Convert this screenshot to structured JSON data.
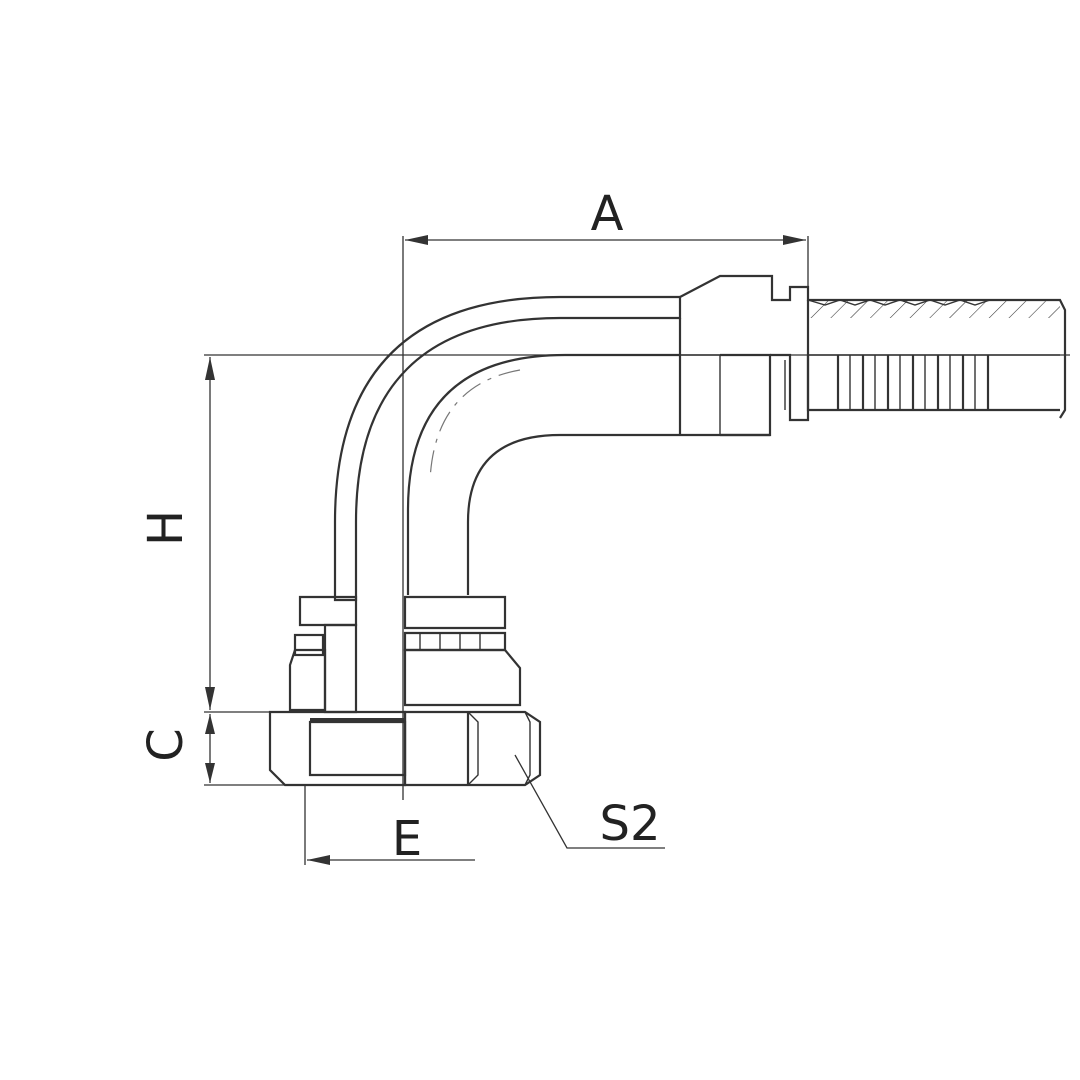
{
  "dimensions": {
    "A": "A",
    "H": "H",
    "C": "C",
    "E": "E",
    "S2": "S2"
  },
  "colors": {
    "line": "#333333",
    "background": "#ffffff"
  }
}
